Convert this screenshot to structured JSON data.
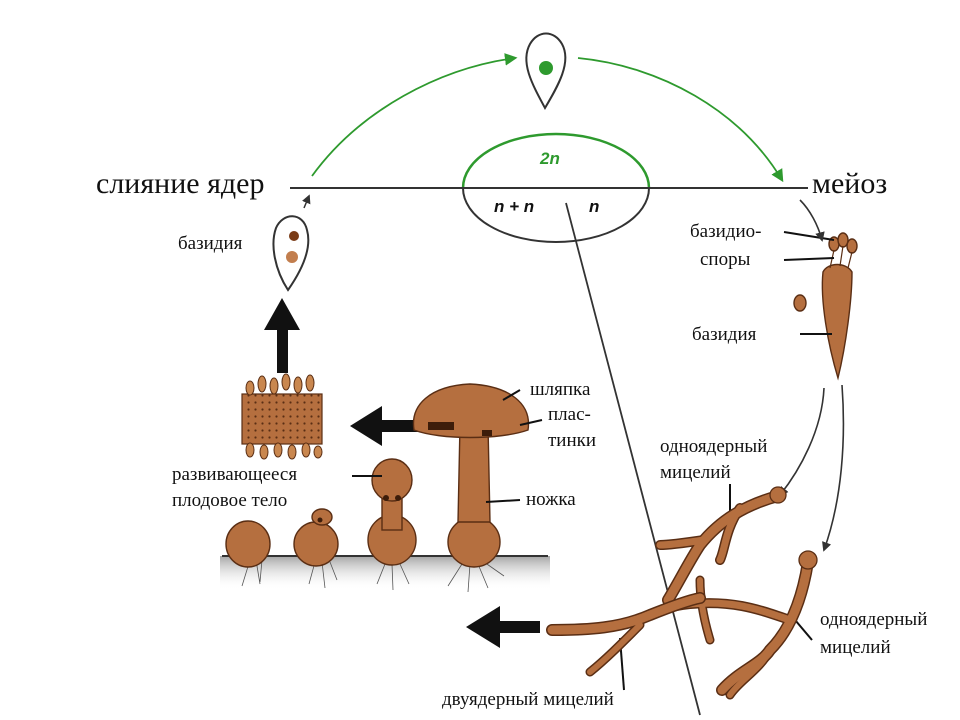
{
  "colors": {
    "green": "#2e9a2e",
    "fungus": "#b56f3f",
    "fungus_dark": "#5a2e14",
    "line": "#333333"
  },
  "labels": {
    "fusion": "слияние ядер",
    "meiosis": "мейоз",
    "basidia_left": "базидия",
    "basidiospores_1": "базидио-",
    "basidiospores_2": "споры",
    "basidia_right": "базидия",
    "monokaryotic_top_1": "одноядерный",
    "monokaryotic_top_2": "мицелий",
    "monokaryotic_bottom_1": "одноядерный",
    "monokaryotic_bottom_2": "мицелий",
    "dikaryotic": "двуядерный мицелий",
    "developing_1": "развивающееся",
    "developing_2": "плодовое тело",
    "cap": "шляпка",
    "gills_1": "плас-",
    "gills_2": "тинки",
    "stipe": "ножка"
  },
  "ploidy": {
    "diploid": "2n",
    "dikaryon": "n + n",
    "haploid": "n"
  }
}
